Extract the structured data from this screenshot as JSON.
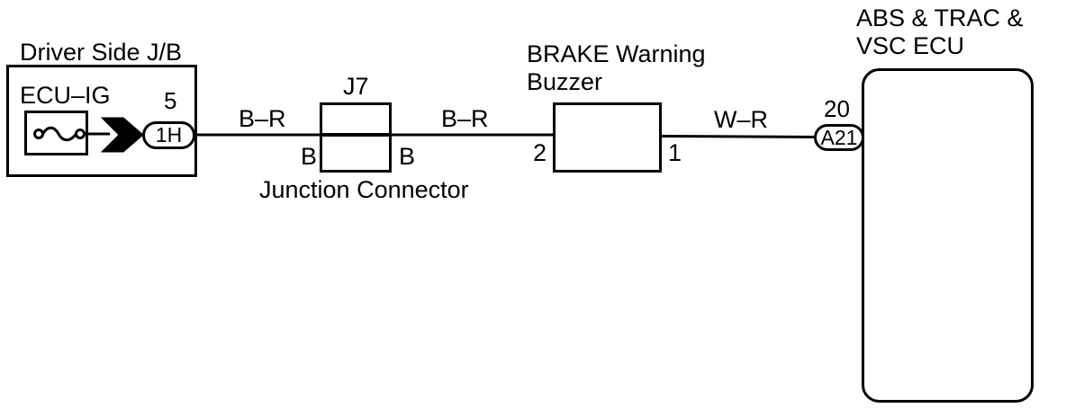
{
  "driver_side_jb": {
    "title": "Driver Side J/B",
    "fuse_label": "ECU–IG",
    "pin_number": "5",
    "connector_code": "1H"
  },
  "wires": [
    {
      "color_code": "B–R"
    },
    {
      "color_code": "B–R"
    },
    {
      "color_code": "W–R"
    }
  ],
  "junction_connector": {
    "code": "J7",
    "name": "Junction Connector",
    "left_terminal": "B",
    "right_terminal": "B"
  },
  "brake_warning_buzzer": {
    "name_line_1": "BRAKE Warning",
    "name_line_2": "Buzzer",
    "input_pin": "2",
    "output_pin": "1"
  },
  "abs_trac_vsc_ecu": {
    "name_line_1": "ABS & TRAC &",
    "name_line_2": "VSC ECU",
    "pin_number": "20",
    "connector_code": "A21"
  }
}
